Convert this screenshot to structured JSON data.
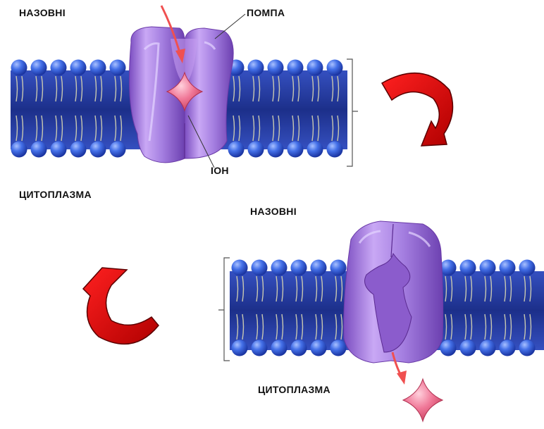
{
  "labels": {
    "outside_top": "НАЗОВНІ",
    "pump": "ПОМПА",
    "ion": "ІОН",
    "cytoplasm_top": "ЦИТОПЛАЗМА",
    "outside_bottom": "НАЗОВНІ",
    "cytoplasm_bottom": "ЦИТОПЛАЗМА"
  },
  "colors": {
    "membrane_band": "#2a45b0",
    "lipid_head": "#3d63e0",
    "pump": "#a880e0",
    "ion": "#f0708e",
    "cycle_arrow": "#e00000",
    "ion_arrow": "#f05050"
  },
  "icons": {
    "cycle_arrow_top": "curved-arrow-icon",
    "cycle_arrow_bottom": "curved-arrow-icon"
  }
}
